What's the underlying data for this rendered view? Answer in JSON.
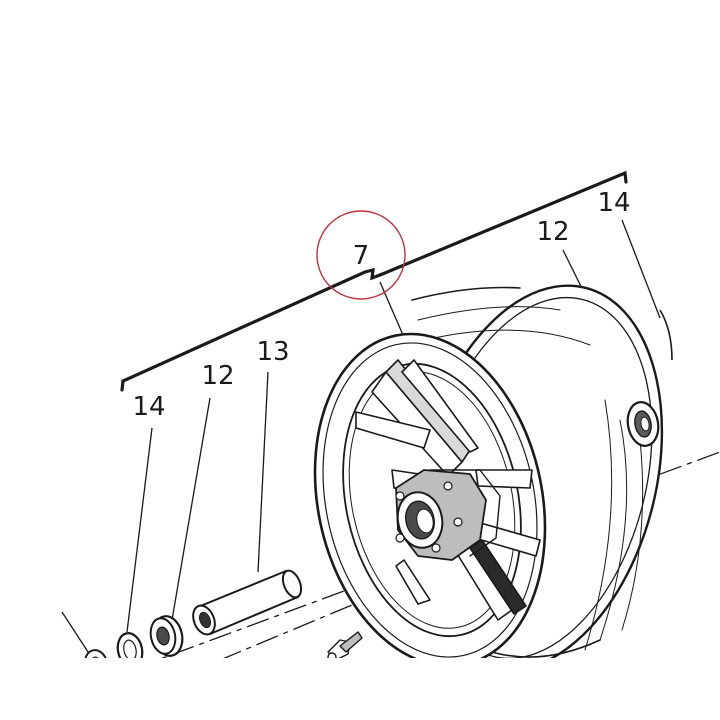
{
  "diagram": {
    "callouts": {
      "wheel": "7",
      "spacer": "13",
      "bearing_left": "12",
      "seal_left": "14",
      "bearing_right": "12",
      "seal_right": "14"
    },
    "highlight_color": "#c0303a",
    "line_color": "#1a1a1a"
  }
}
